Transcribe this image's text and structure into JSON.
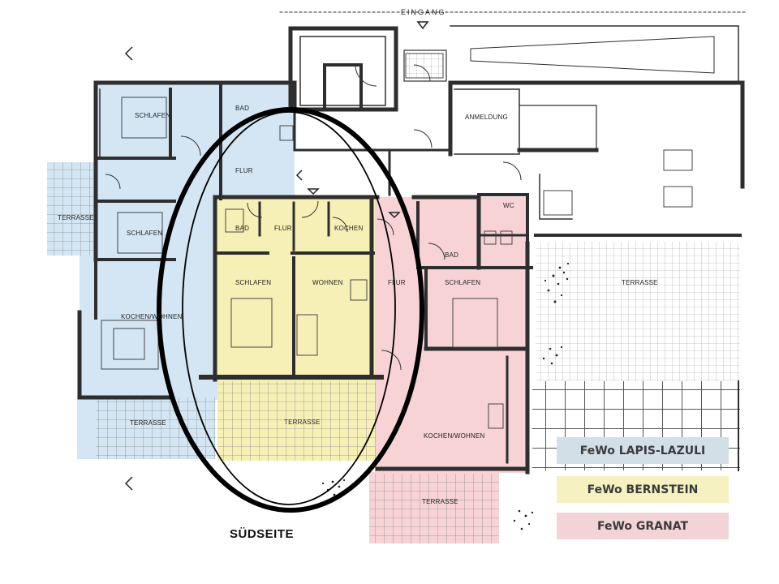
{
  "colors": {
    "lapis_fill": "#d4e6f3",
    "bernstein_fill": "#f7f0b6",
    "granat_fill": "#f7d3d6",
    "legend_lapis": "#d3dfe6",
    "legend_bernstein": "#f5f1c0",
    "legend_granat": "#f3d4d6",
    "wall": "#2e2e2e",
    "grid_line": "#7f7f7f",
    "outline": "#000000"
  },
  "header": {
    "entrance_label": "EINGANG"
  },
  "rooms": {
    "lapis": {
      "schlafen_1": "SCHLAFEN",
      "bad": "BAD",
      "flur": "FLUR",
      "schlafen_2": "SCHLAFEN",
      "terrasse_west": "TERRASSE",
      "kochen_wohnen": "KOCHEN/WOHNEN",
      "terrasse_south": "TERRASSE"
    },
    "bernstein": {
      "bad": "BAD",
      "flur": "FLUR",
      "kochen": "KOCHEN",
      "schlafen": "SCHLAFEN",
      "wohnen": "WOHNEN",
      "terrasse": "TERRASSE"
    },
    "granat": {
      "flur": "FLUR",
      "bad": "BAD",
      "schlafen": "SCHLAFEN",
      "kochen_wohnen": "KOCHEN/WOHNEN",
      "terrasse": "TERRASSE"
    },
    "common": {
      "anmeldung": "ANMELDUNG",
      "wc": "WC",
      "terrasse_east": "TERRASSE"
    }
  },
  "legend": {
    "lapis": "FeWo LAPIS-LAZULI",
    "bernstein": "FeWo BERNSTEIN",
    "granat": "FeWo GRANAT"
  },
  "south_label": "SÜDSEITE"
}
